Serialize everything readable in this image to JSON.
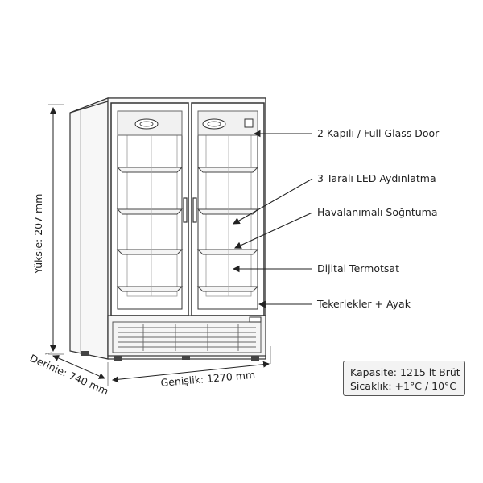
{
  "callouts": [
    {
      "id": "doors",
      "label": "2 Kapılı / Full Glass Door"
    },
    {
      "id": "led",
      "label": "3 Taralı LED Aydınlatma"
    },
    {
      "id": "cooling",
      "label": "Havalanımalı Soğntuma"
    },
    {
      "id": "thermostat",
      "label": "Dijital Termotsat"
    },
    {
      "id": "wheels",
      "label": "Tekerlekler + Ayak"
    }
  ],
  "dimensions": {
    "height": "Yüksie: 207 mm",
    "width": "Genişlik: 1270 mm",
    "depth": "Derinie: 740 mm"
  },
  "specs": {
    "capacity": "Kapasite: 1215 lt Brüt",
    "temperature": "Sicaklık: +1°C / 10°C"
  }
}
